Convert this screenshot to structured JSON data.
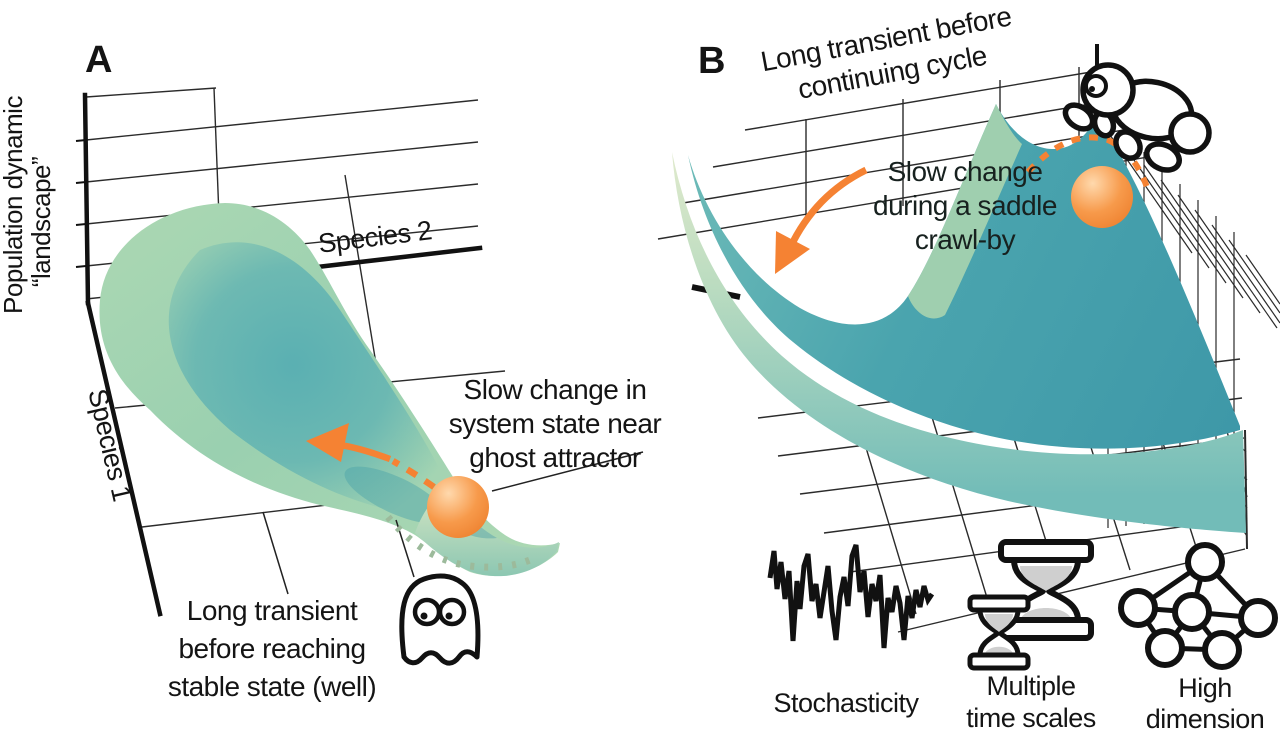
{
  "figure": {
    "panel_a": {
      "label": "A",
      "y_axis_label_lines": [
        "Population dynamic",
        "“landscape”"
      ],
      "species2_axis_label": "Species 2",
      "species1_axis_label": "Species 1",
      "ghost_annotation_lines": [
        "Slow change in",
        "system state near",
        "ghost attractor"
      ],
      "bottom_caption_lines": [
        "Long transient",
        "before reaching",
        "stable state (well)"
      ],
      "icons": [
        "ghost-icon",
        "state-ball",
        "slow-change-arrow"
      ]
    },
    "panel_b": {
      "label": "B",
      "rotated_title_lines": [
        "Long transient before",
        "continuing cycle"
      ],
      "saddle_annotation_lines": [
        "Slow change",
        "during a saddle",
        "crawl-by"
      ],
      "icons": [
        "crawler-icon",
        "state-ball",
        "slow-change-arrow",
        "cycle-dashed-path"
      ],
      "legend_items": [
        {
          "icon": "stochasticity-waveform-icon",
          "label_lines": [
            "Stochasticity"
          ]
        },
        {
          "icon": "hourglasses-icon",
          "label_lines": [
            "Multiple",
            "time scales"
          ]
        },
        {
          "icon": "network-icon",
          "label_lines": [
            "High",
            "dimension"
          ]
        }
      ]
    },
    "colors": {
      "ink": "#141414",
      "arrow_orange": "#F58233",
      "ball_highlight": "#FFD9AD",
      "ball_mid": "#F79A4B",
      "ball_edge": "#ED7F2D",
      "surface_a_light": "#ACD8B3",
      "surface_a_mid": "#9AD0B0",
      "surface_a_teal": "#57AEB2",
      "surface_b_deep": "#3E98A8",
      "surface_b_mid": "#4AA4AE",
      "surface_b_light": "#6FBCB8",
      "rim_pale": "#E0EACD",
      "rim_mid": "#BBDCC0",
      "rim_teal": "#72BCB8",
      "peak_light": "#A9D4AF",
      "lip_pale": "#D8E7C4",
      "lip_teal": "#8CC7B2",
      "dotted_green": "#9CBA9B",
      "sand_gray": "#CFCFCF"
    }
  }
}
